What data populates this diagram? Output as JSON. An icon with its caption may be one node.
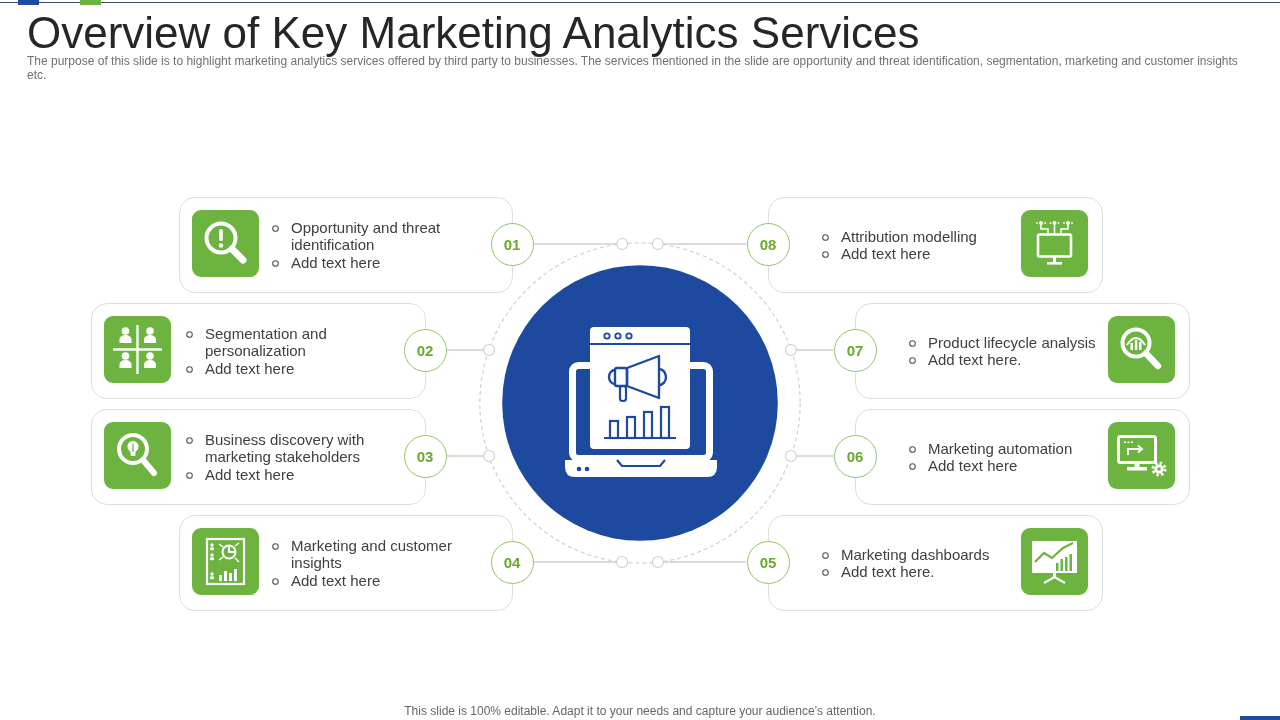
{
  "diagram": {
    "title": "Overview of Key Marketing Analytics Services",
    "nodes": [
      {
        "text": [
          "Opportunity and threat identification",
          "Add text here"
        ]
      },
      {
        "text": [
          "01"
        ]
      },
      {
        "text": [
          "Segmentation and personalization",
          "Add text here"
        ]
      },
      {
        "text": [
          "02"
        ]
      },
      {
        "text": [
          "Business discovery with marketing stakeholders",
          "Add text here"
        ]
      },
      {
        "text": [
          "03"
        ]
      },
      {
        "text": [
          "Marketing and customer insights",
          "Add text here"
        ]
      },
      {
        "text": [
          "04"
        ]
      },
      {
        "text": [
          "Marketing dashboards",
          "Add text here."
        ]
      },
      {
        "text": [
          "05"
        ]
      },
      {
        "text": [
          "Marketing automation",
          "Add text here"
        ]
      },
      {
        "text": [
          "06"
        ]
      },
      {
        "text": [
          "Product lifecycle analysis",
          "Add text here."
        ]
      },
      {
        "text": [
          "07"
        ]
      },
      {
        "text": [
          "Attribution modelling",
          "Add text here"
        ]
      },
      {
        "text": [
          "08"
        ]
      },
      {
        "text": [],
        "shape": "circle"
      },
      {
        "text": [],
        "shape": "circle",
        "in": 16
      }
    ],
    "edges": [
      {
        "from": 1,
        "to": 16,
        "arrow": "other"
      },
      {
        "from": 3,
        "to": 16,
        "arrow": "other"
      },
      {
        "from": 5,
        "to": 16,
        "arrow": "other"
      },
      {
        "from": 7,
        "to": 16,
        "arrow": "other"
      },
      {
        "from": 9,
        "to": 16,
        "arrow": "other"
      },
      {
        "from": 11,
        "to": 16,
        "arrow": "other"
      },
      {
        "from": 13,
        "to": 16,
        "arrow": "other"
      },
      {
        "from": 15,
        "to": 16,
        "arrow": "other"
      }
    ],
    "labels": [
      "The purpose of this slide is to highlight marketing analytics services offered by third party to businesses. The services mentioned in the slide are opportunity and threat identification, segmentation, marketing and customer insights etc.",
      "This slide is 100% editable. Adapt it to your needs and capture your audience’s attention."
    ]
  }
}
